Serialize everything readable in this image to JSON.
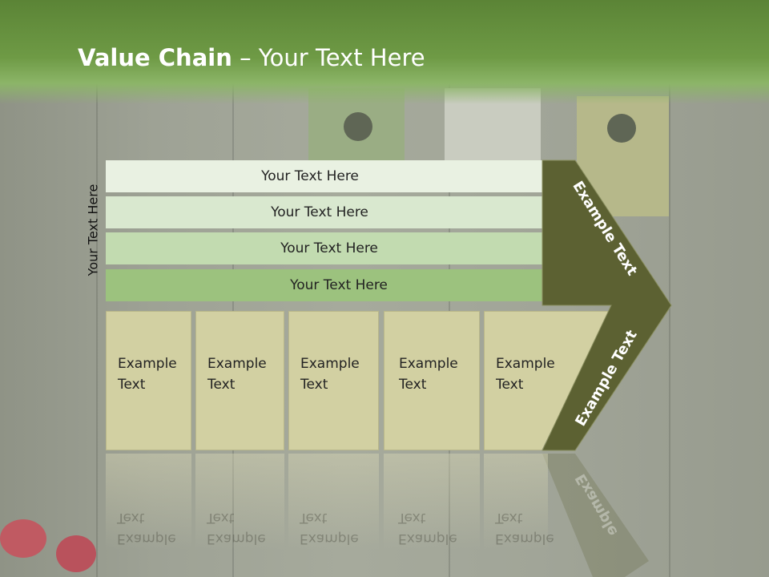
{
  "title": {
    "bold": "Value Chain",
    "rest": " – Your Text Here"
  },
  "side_label": "Your Text Here",
  "bands": [
    {
      "label": "Your Text Here",
      "color": "#e9f1e2"
    },
    {
      "label": "Your Text Here",
      "color": "#d9e8cf"
    },
    {
      "label": "Your Text Here",
      "color": "#c2dbb0"
    },
    {
      "label": "Your Text Here",
      "color": "#9cc27e"
    }
  ],
  "boxes": [
    {
      "line1": "Example",
      "line2": "Text"
    },
    {
      "line1": "Example",
      "line2": "Text"
    },
    {
      "line1": "Example",
      "line2": "Text"
    },
    {
      "line1": "Example",
      "line2": "Text"
    },
    {
      "line1": "Example",
      "line2": "Text"
    }
  ],
  "chevron": {
    "top_label": "Example Text",
    "bottom_label": "Example Text",
    "color": "#5c6132"
  },
  "reflection": {
    "chevron_label": "Example",
    "box_line1": "Example",
    "box_line2": "Text"
  }
}
